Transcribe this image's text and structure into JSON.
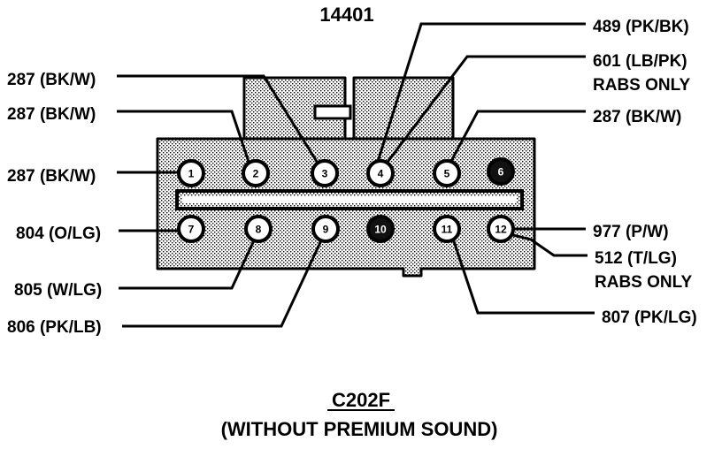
{
  "part_number": "14401",
  "connector_name": "C202F",
  "connector_subtitle": "(WITHOUT PREMIUM SOUND)",
  "pins": [
    {
      "num": "1",
      "filled": false
    },
    {
      "num": "2",
      "filled": false
    },
    {
      "num": "3",
      "filled": false
    },
    {
      "num": "4",
      "filled": false
    },
    {
      "num": "5",
      "filled": false
    },
    {
      "num": "6",
      "filled": true
    },
    {
      "num": "7",
      "filled": false
    },
    {
      "num": "8",
      "filled": false
    },
    {
      "num": "9",
      "filled": false
    },
    {
      "num": "10",
      "filled": true
    },
    {
      "num": "11",
      "filled": false
    },
    {
      "num": "12",
      "filled": false
    }
  ],
  "wires": [
    {
      "pin": "3",
      "lines": [
        "287 (BK/W)"
      ]
    },
    {
      "pin": "2",
      "lines": [
        "287 (BK/W)"
      ]
    },
    {
      "pin": "1",
      "lines": [
        "287 (BK/W)"
      ]
    },
    {
      "pin": "7",
      "lines": [
        "804 (O/LG)"
      ]
    },
    {
      "pin": "8",
      "lines": [
        "805 (W/LG)"
      ]
    },
    {
      "pin": "9",
      "lines": [
        "806 (PK/LB)"
      ]
    },
    {
      "pin": "4",
      "lines": [
        "489 (PK/BK)"
      ]
    },
    {
      "pin": "4",
      "lines": [
        "601 (LB/PK)",
        "RABS ONLY"
      ]
    },
    {
      "pin": "5",
      "lines": [
        "287 (BK/W)"
      ]
    },
    {
      "pin": "12",
      "lines": [
        "977 (P/W)"
      ]
    },
    {
      "pin": "12",
      "lines": [
        "512 (T/LG)",
        "RABS ONLY"
      ]
    },
    {
      "pin": "11",
      "lines": [
        "807 (PK/LG)"
      ]
    }
  ],
  "colors": {
    "ink": "#000000",
    "paper": "#ffffff",
    "housing_fill": "#c8c8c8"
  }
}
